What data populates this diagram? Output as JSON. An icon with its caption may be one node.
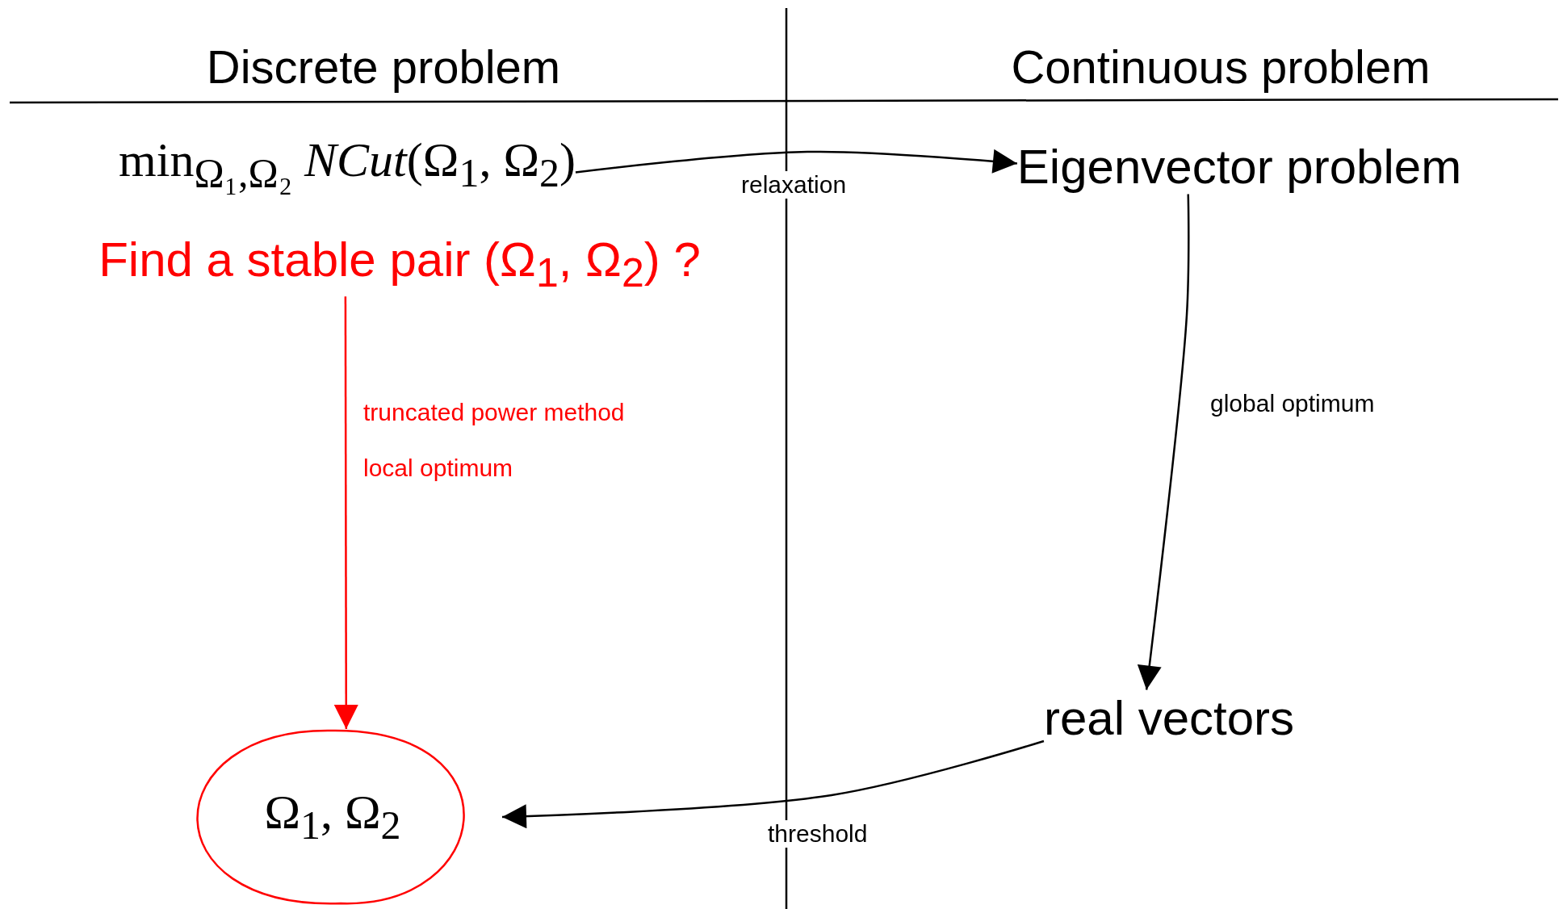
{
  "diagram": {
    "nodes": [
      {
        "text": [
          "min$_{Ω₁,Ω₂}$ *NCut*(Ω$_{1}$, Ω$_{2}$)"
        ]
      },
      {
        "text": [
          "Eigenvector problem"
        ]
      },
      {
        "text": [
          "Find a stable pair (Ω$_{1}$, Ω$_{2}$) ?"
        ]
      },
      {
        "text": [
          "real vectors"
        ]
      },
      {
        "text": [
          "Ω$_{1}$, Ω$_{2}$"
        ]
      }
    ],
    "edges": [
      {
        "from": 0,
        "to": 1,
        "arrow": "to",
        "label": "relaxation"
      },
      {
        "from": 1,
        "to": 3,
        "arrow": "to",
        "label": "global optimum"
      },
      {
        "from": 2,
        "to": 4,
        "arrow": "to",
        "label": "truncated power method local optimum",
        "color": "#ff0000"
      },
      {
        "from": 3,
        "to": 4,
        "arrow": "to",
        "label": "threshold"
      }
    ],
    "labels": [
      "Discrete problem",
      "Continuous problem"
    ]
  }
}
